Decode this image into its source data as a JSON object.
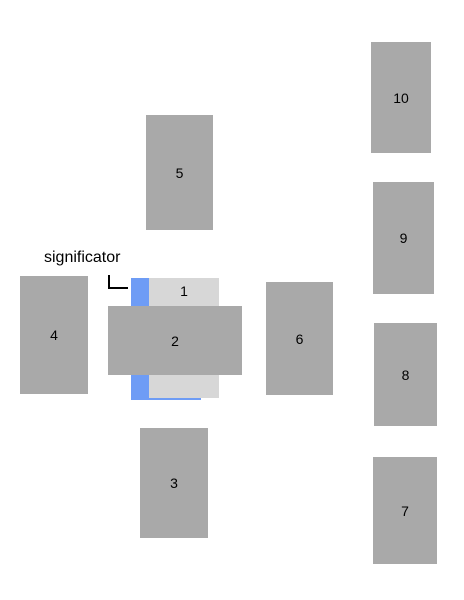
{
  "labels": {
    "significator": "significator"
  },
  "cards": {
    "c1": "1",
    "c2": "2",
    "c3": "3",
    "c4": "4",
    "c5": "5",
    "c6": "6",
    "c7": "7",
    "c8": "8",
    "c9": "9",
    "c10": "10"
  },
  "colors": {
    "card": "#a9a9a9",
    "card_light": "#d7d7d7",
    "significator": "#6e9cf5"
  }
}
